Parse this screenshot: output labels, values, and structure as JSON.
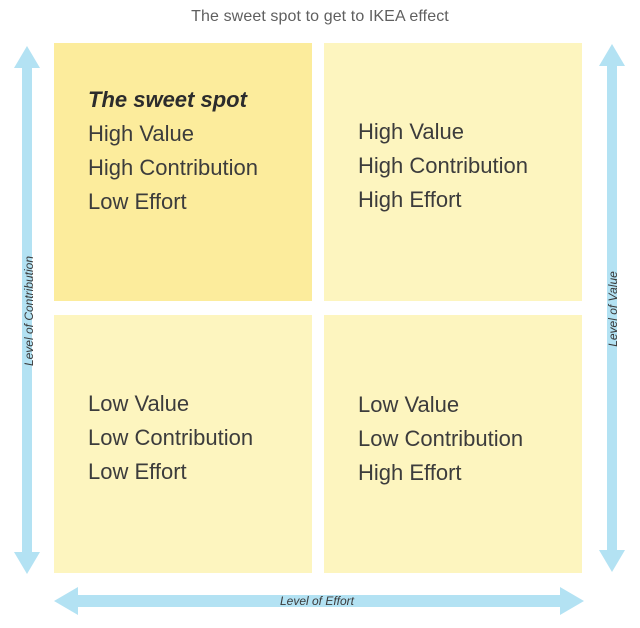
{
  "title": "The sweet spot to get to IKEA effect",
  "quadrants": {
    "top_left": {
      "headline": "The sweet spot",
      "lines": [
        "High Value",
        "High Contribution",
        "Low Effort"
      ]
    },
    "top_right": {
      "lines": [
        "High Value",
        "High Contribution",
        "High Effort"
      ]
    },
    "bottom_left": {
      "lines": [
        "Low Value",
        "Low Contribution",
        "Low Effort"
      ]
    },
    "bottom_right": {
      "lines": [
        "Low Value",
        "Low Contribution",
        "High Effort"
      ]
    }
  },
  "axes": {
    "left": "Level of Contribution",
    "right": "Level of Value",
    "bottom": "Level of Effort"
  },
  "colors": {
    "highlight_quadrant": "#fcec9c",
    "quadrant": "#fdf5bf",
    "arrow": "#b3e2f3"
  }
}
